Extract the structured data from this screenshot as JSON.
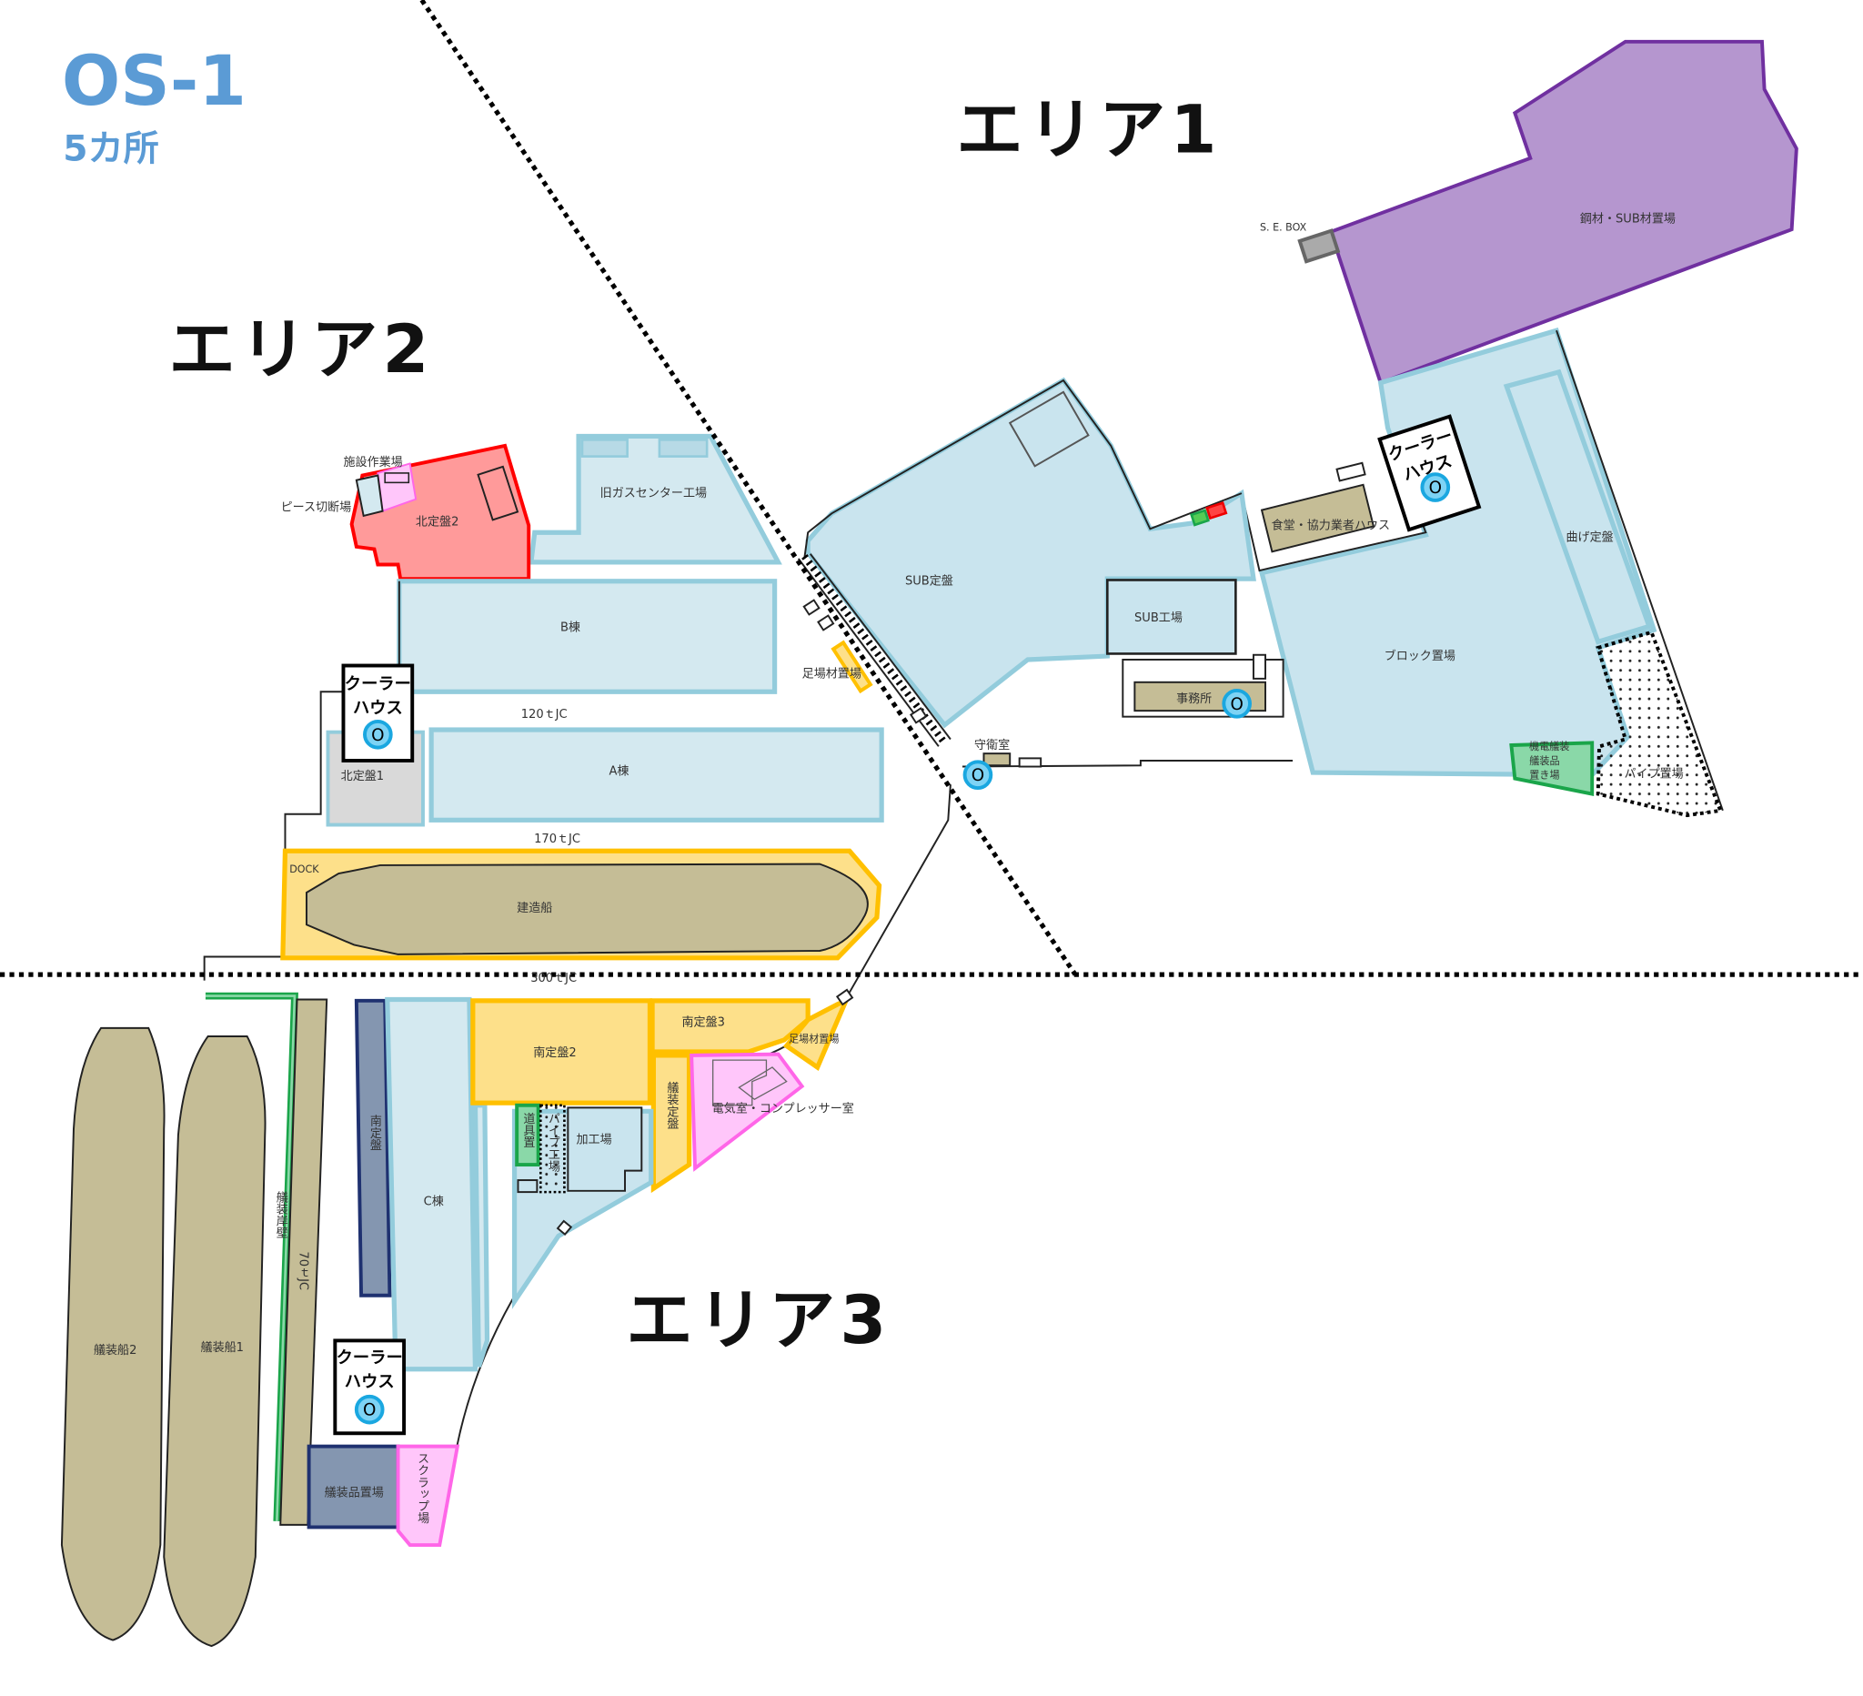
{
  "header": {
    "title": "OS-1",
    "subtitle": "5カ所"
  },
  "areas": [
    "エリア1",
    "エリア2",
    "エリア3"
  ],
  "cooler_house": {
    "line1": "クーラー",
    "line2": "ハウス"
  },
  "marker_label": "O",
  "facilities": [
    "鋼材・SUB材置場",
    "S. E. BOX",
    "曲げ定盤",
    "食堂・協力業者ハウス",
    "SUB定盤",
    "SUB工場",
    "ブロック置場",
    "事務所",
    "守衛室",
    "機電艤装",
    "艤装品",
    "置き場",
    "パイプ置場",
    "足場材置場",
    "施設作業場",
    "ピース切断場",
    "北定盤2",
    "旧ガスセンター工場",
    "B棟",
    "120ｔJC",
    "A棟",
    "北定盤1",
    "170ｔJC",
    "DOCK",
    "建造船",
    "300ｔJC",
    "南定盤3",
    "足場材置場",
    "南定盤2",
    "艤装定盤",
    "電気室・コンプレッサー室",
    "道具置",
    "パイプ工場",
    "加工場",
    "南定盤",
    "C棟",
    "艤装岸壁",
    "70ｔJC",
    "艤装船2",
    "艤装船1",
    "艤装品置場",
    "スクラップ場"
  ],
  "colors": {
    "title": "#5b9bd5",
    "building": "#d4e9f0",
    "steel_yard": "#b596cf",
    "north_platen_2": "#ff9a9a",
    "yellow_zone": "#fde08a",
    "ship": "#c5bd96",
    "navy_zone": "#8496b0",
    "pink_zone": "#ffc6fa",
    "green_zone": "#8ad8a8",
    "marker": "#7dd3f5"
  }
}
